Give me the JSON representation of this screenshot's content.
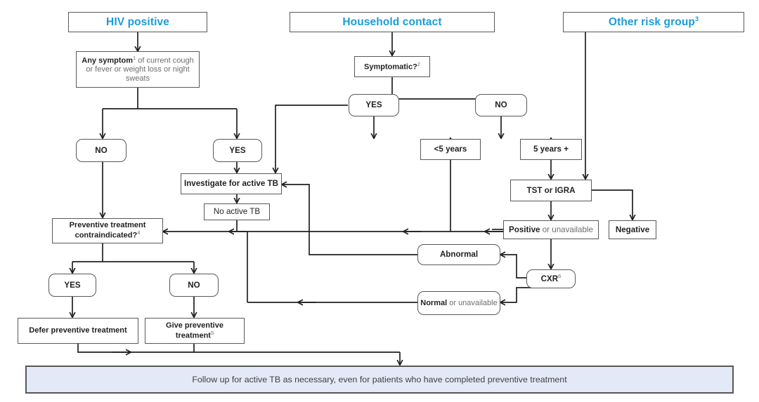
{
  "diagram": {
    "title_colors": {
      "header_text": "#1b9bd8",
      "box_border": "#58595b",
      "banner_fill": "#e3e9f7",
      "banner_border": "#575757",
      "body_text": "#231f20",
      "muted_text": "#6d6e71"
    },
    "headers": [
      {
        "id": "hiv",
        "label": "HIV positive"
      },
      {
        "id": "household",
        "label": "Household contact"
      },
      {
        "id": "other_risk",
        "label": "Other risk group",
        "sup": "3"
      }
    ],
    "nodes": {
      "any_symptom": {
        "strong": "Any symptom",
        "sup": "1",
        "rest": " of current cough or fever or weight loss or night sweats"
      },
      "symptomatic": {
        "label": "Symptomatic?",
        "sup": "2"
      },
      "hiv_no": {
        "label": "NO"
      },
      "hiv_yes": {
        "label": "YES"
      },
      "hh_yes": {
        "label": "YES"
      },
      "hh_no": {
        "label": "NO"
      },
      "under5": {
        "label": "<5 years"
      },
      "over5": {
        "label": "5 years +"
      },
      "tst_igra": {
        "label": "TST or IGRA"
      },
      "investigate": {
        "label": "Investigate for active TB"
      },
      "no_active_tb": {
        "label": "No active TB"
      },
      "positive": {
        "strong": "Positive",
        "rest": " or unavailable"
      },
      "negative": {
        "label": "Negative"
      },
      "contraindicated": {
        "label": "Preventive treatment contraindicated?",
        "sup": "4"
      },
      "abnormal": {
        "label": "Abnormal"
      },
      "cxr": {
        "label": "CXR",
        "sup": "6"
      },
      "normal": {
        "strong": "Normal",
        "rest": " or unavailable"
      },
      "ct_yes": {
        "label": "YES"
      },
      "ct_no": {
        "label": "NO"
      },
      "defer": {
        "label": "Defer preventive treatment"
      },
      "give": {
        "label": "Give preventive treatment",
        "sup": "5"
      },
      "banner": {
        "label": "Follow up for active TB as necessary, even for patients who have completed preventive treatment"
      }
    }
  }
}
